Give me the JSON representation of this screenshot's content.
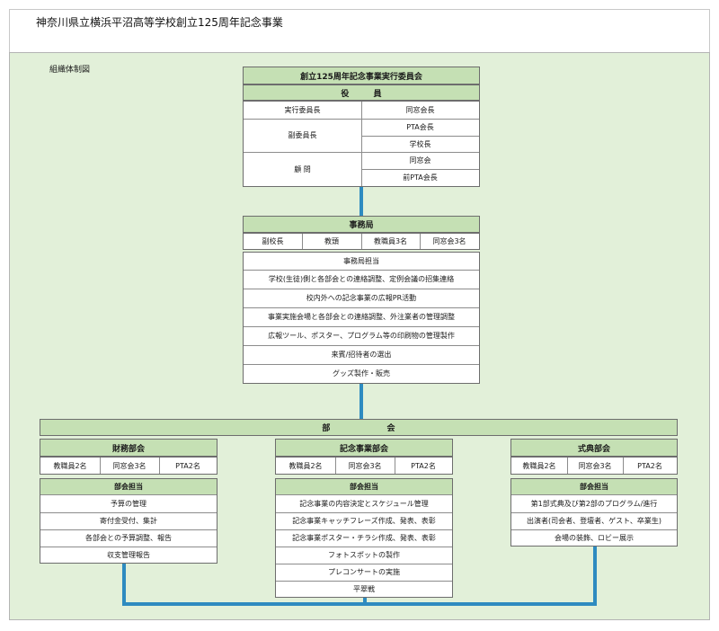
{
  "header": {
    "title": "神奈川県立横浜平沼高等学校創立125周年記念事業"
  },
  "org_label": "組織体制図",
  "committee": {
    "title": "創立125周年記念事業実行委員会",
    "officers_header": "役 員",
    "rows": [
      {
        "role": "実行委員長",
        "members": [
          "同窓会長"
        ]
      },
      {
        "role": "副委員長",
        "members": [
          "PTA会長",
          "学校長"
        ]
      },
      {
        "role": "顧 問",
        "members": [
          "同窓会",
          "前PTA会長"
        ]
      }
    ]
  },
  "secretariat": {
    "title": "事務局",
    "members": [
      "副校長",
      "教頭",
      "教職員3名",
      "同窓会3名"
    ],
    "duties_header": "事務局担当",
    "duties": [
      "学校(生徒)側と各部会との連絡調整、定例会議の招集連絡",
      "校内外への記念事業の広報PR活動",
      "事業実施会場と各部会との連絡調整、外注業者の管理調整",
      "広報ツール、ポスター、プログラム等の印刷物の管理製作",
      "来賓/招待者の選出",
      "グッズ製作・販売"
    ]
  },
  "divisions_header": "部 会",
  "divisions": [
    {
      "title": "財務部会",
      "members": [
        "教職員2名",
        "同窓会3名",
        "PTA2名"
      ],
      "duties_header": "部会担当",
      "duties": [
        "予算の管理",
        "寄付金受付、集計",
        "各部会との予算調整、報告",
        "収支管理報告"
      ]
    },
    {
      "title": "記念事業部会",
      "members": [
        "教職員2名",
        "同窓会3名",
        "PTA2名"
      ],
      "duties_header": "部会担当",
      "duties": [
        "記念事業の内容決定とスケジュール管理",
        "記念事業キャッチフレーズ作成、発表、表彰",
        "記念事業ポスター・チラシ作成、発表、表彰",
        "フォトスポットの製作",
        "プレコンサートの実施",
        "平翠戦"
      ]
    },
    {
      "title": "式典部会",
      "members": [
        "教職員2名",
        "同窓会3名",
        "PTA2名"
      ],
      "duties_header": "部会担当",
      "duties": [
        "第1部式典及び第2部のプログラム/進行",
        "出演者(司会者、登壇者、ゲスト、卒業生)",
        "会場の装飾、ロビー展示"
      ]
    }
  ],
  "colors": {
    "panel": "#e2f0d9",
    "header_fill": "#c5e0b4",
    "connector": "#2e8bc0",
    "border": "#6d6d6d"
  }
}
